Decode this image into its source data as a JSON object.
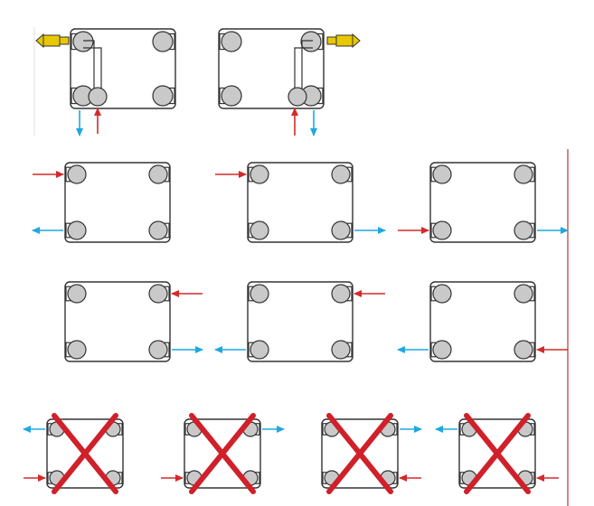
{
  "colors": {
    "background": "#ffffff",
    "radiator_outline": "#333333",
    "connector_fill": "#c9c9c9",
    "supply_arrow": "#d42a2a",
    "return_arrow": "#1fa8e0",
    "prohibited_cross": "#d0202a",
    "valve_fill": "#e8c800",
    "divider_line": "#c06060"
  },
  "legend": {
    "supply_arrow_icon": "red-arrow",
    "return_arrow_icon": "blue-arrow",
    "prohibited_icon": "red-cross"
  },
  "sections": {
    "top_row": {
      "items": [
        {
          "id": "valve-left-bottom-connection",
          "valve_side": "left",
          "supply": "bottom",
          "return": "bottom"
        },
        {
          "id": "valve-right-bottom-connection",
          "valve_side": "right",
          "supply": "bottom",
          "return": "bottom"
        }
      ]
    },
    "correct_connections": {
      "items": [
        {
          "id": "left-side-supply-top-return-bottom",
          "supply_in": "top-left",
          "return_out": "bottom-left",
          "prohibited": false
        },
        {
          "id": "diagonal-supply-top-left-return-bottom-right",
          "supply_in": "top-left",
          "return_out": "bottom-right",
          "prohibited": false
        },
        {
          "id": "bottom-supply-left-return-right",
          "supply_in": "bottom-left",
          "return_out": "bottom-right",
          "prohibited": false
        },
        {
          "id": "right-side-supply-top-return-bottom",
          "supply_in": "top-right",
          "return_out": "bottom-right",
          "prohibited": false
        },
        {
          "id": "diagonal-supply-top-right-return-bottom-left",
          "supply_in": "top-right",
          "return_out": "bottom-left",
          "prohibited": false
        },
        {
          "id": "bottom-supply-right-return-left",
          "supply_in": "bottom-right",
          "return_out": "bottom-left",
          "prohibited": false
        }
      ]
    },
    "prohibited_connections": {
      "items": [
        {
          "id": "left-supply-bottom-return-top",
          "supply_in": "bottom-left",
          "return_out": "top-left",
          "prohibited": true
        },
        {
          "id": "diagonal-supply-bottom-left-return-top-right",
          "supply_in": "bottom-left",
          "return_out": "top-right",
          "prohibited": true
        },
        {
          "id": "right-supply-bottom-return-top",
          "supply_in": "bottom-right",
          "return_out": "top-right",
          "prohibited": true
        },
        {
          "id": "diagonal-supply-bottom-right-return-top-left",
          "supply_in": "bottom-right",
          "return_out": "top-left",
          "prohibited": true
        }
      ]
    }
  }
}
